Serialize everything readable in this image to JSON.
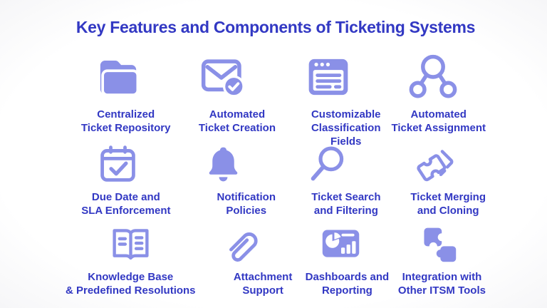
{
  "page": {
    "title": "Key Features and Components of Ticketing Systems"
  },
  "colors": {
    "heading_text": "#3238c3",
    "label_text": "#3238c3",
    "icon_fill": "#8a90e7",
    "background": "#ffffff"
  },
  "features": [
    {
      "label": "Centralized\nTicket Repository",
      "icon": "folder-icon"
    },
    {
      "label": "Automated\nTicket Creation",
      "icon": "envelope-check-icon"
    },
    {
      "label": "Customizable\nClassification\nFields",
      "icon": "form-fields-icon"
    },
    {
      "label": "Automated\nTicket Assignment",
      "icon": "network-nodes-icon"
    },
    {
      "label": "Due Date and\nSLA Enforcement",
      "icon": "calendar-check-icon"
    },
    {
      "label": "Notification\nPolicies",
      "icon": "bell-icon"
    },
    {
      "label": "Ticket Search\nand Filtering",
      "icon": "magnifier-icon"
    },
    {
      "label": "Ticket Merging\nand Cloning",
      "icon": "tickets-icon"
    },
    {
      "label": "Knowledge Base\n& Predefined Resolutions",
      "icon": "open-book-icon"
    },
    {
      "label": "Attachment\nSupport",
      "icon": "paperclip-icon"
    },
    {
      "label": "Dashboards and\nReporting",
      "icon": "dashboard-icon"
    },
    {
      "label": "Integration with\nOther ITSM Tools",
      "icon": "puzzle-icon"
    }
  ]
}
